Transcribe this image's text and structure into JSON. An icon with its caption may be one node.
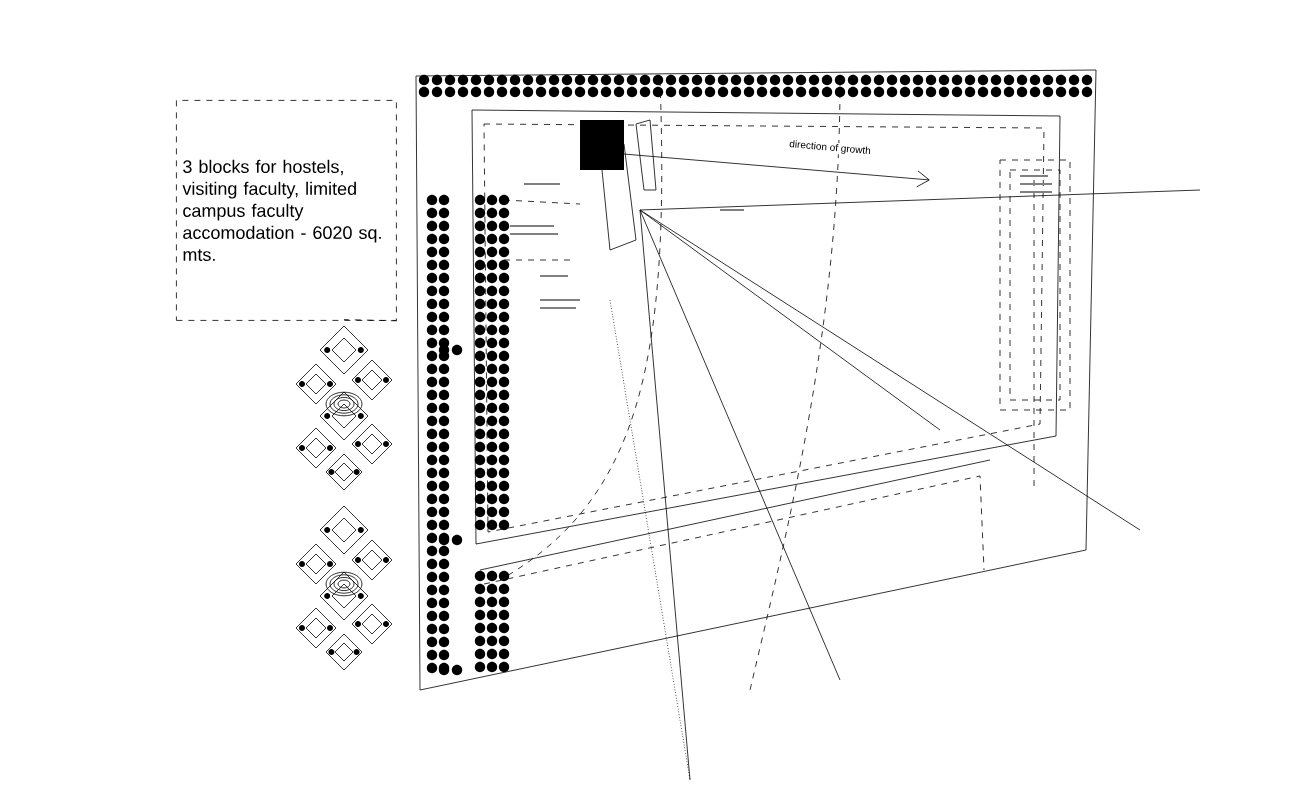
{
  "diagram": {
    "nodes": [
      {
        "text": [
          "3 blocks for hostels, visiting faculty, limited campus faculty accomodation - 6020 sq. mts."
        ]
      },
      {
        "text": [],
        "shape": "picture"
      }
    ],
    "edges": [
      {
        "from": 0,
        "to": 1,
        "arrow": "none",
        "style": "dashed"
      }
    ],
    "labels": [
      "direction of growth"
    ]
  }
}
